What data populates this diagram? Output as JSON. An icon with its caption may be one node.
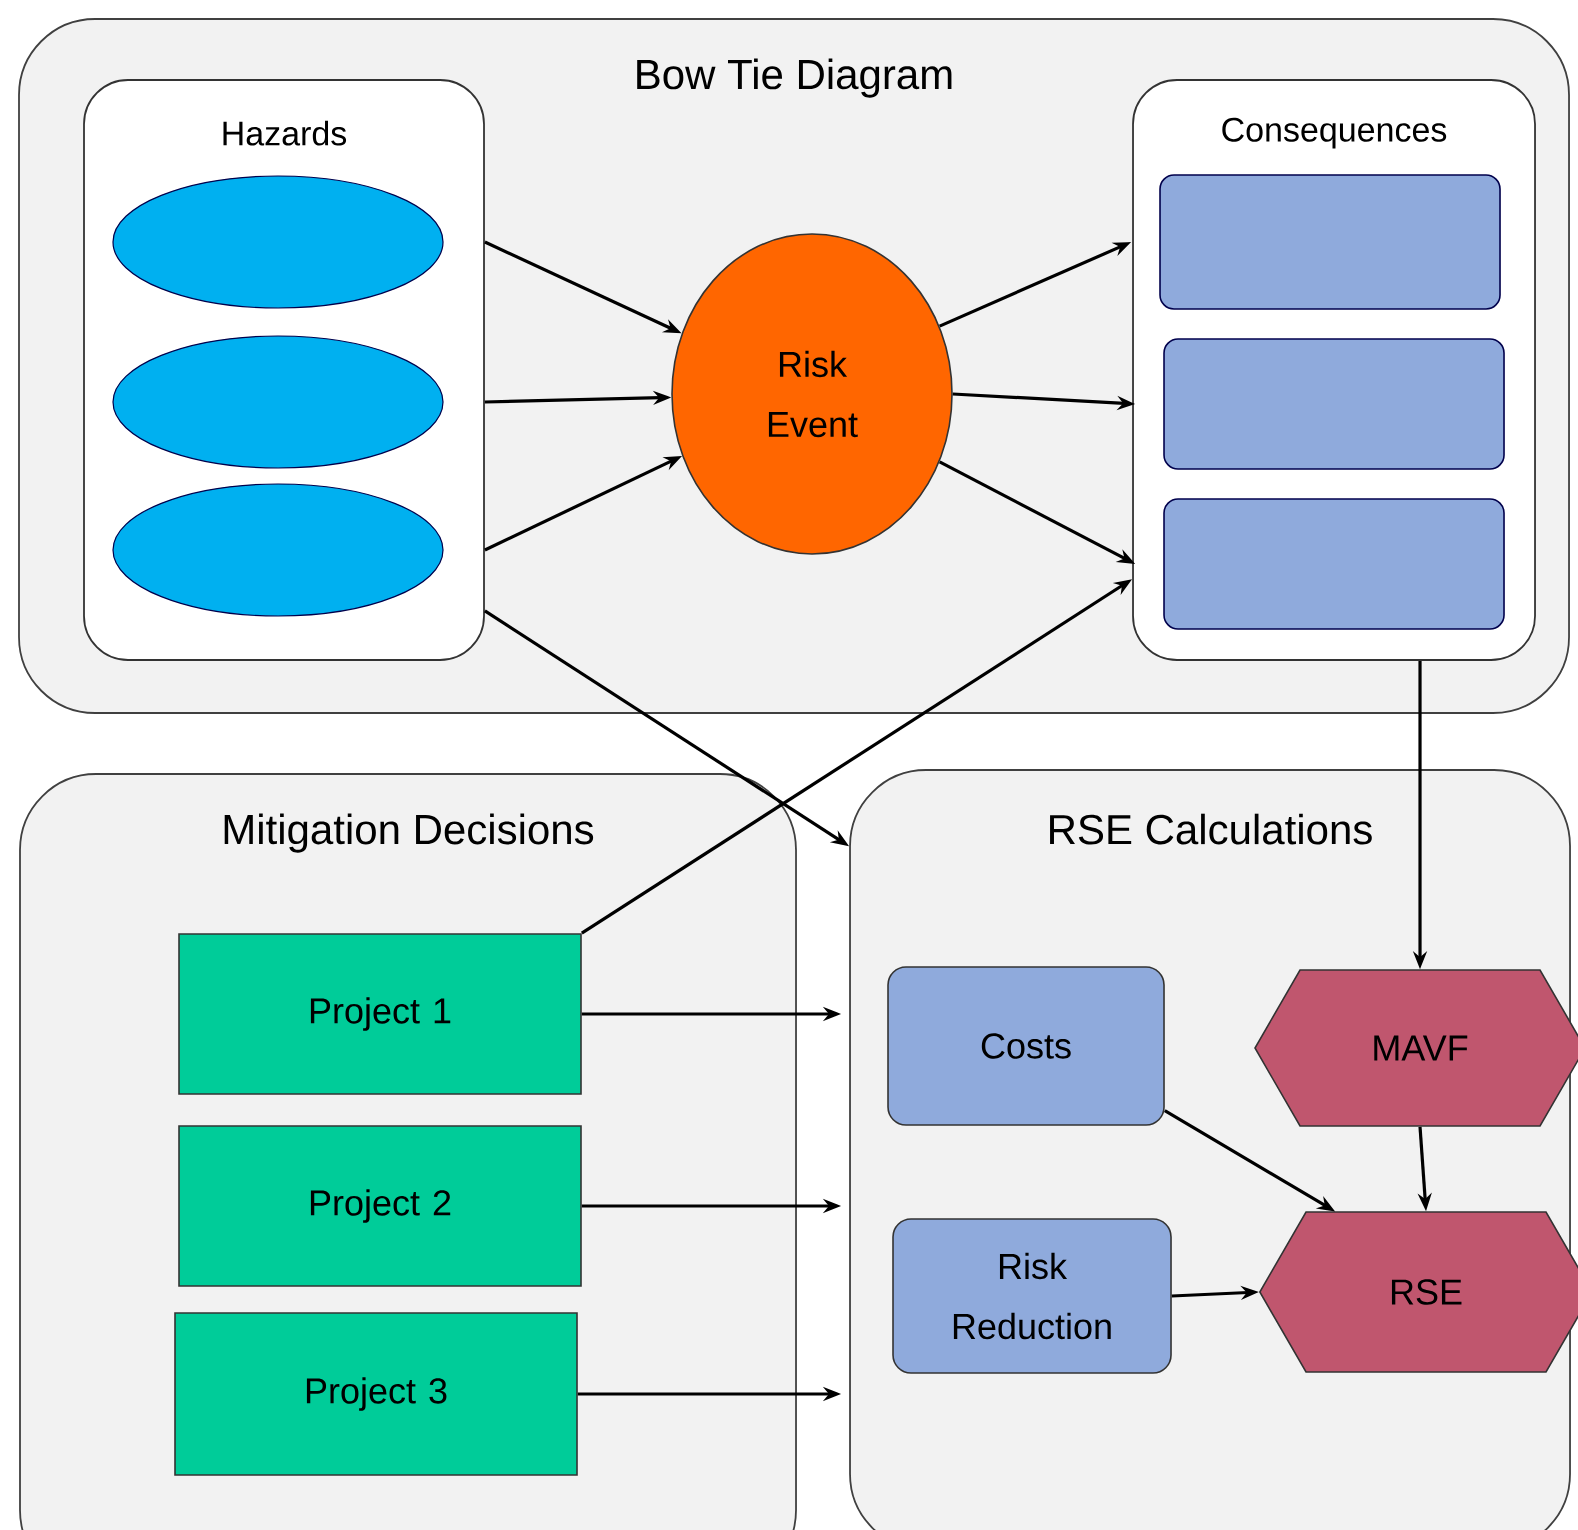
{
  "diagram": {
    "nodes": [
      {
        "text": [
          "Bow Tie Diagram"
        ]
      },
      {
        "text": [
          "Hazards"
        ],
        "in": 0
      },
      {
        "text": [],
        "shape": "ellipse",
        "in": 1
      },
      {
        "text": [],
        "shape": "ellipse",
        "in": 1
      },
      {
        "text": [],
        "shape": "ellipse",
        "in": 1
      },
      {
        "text": [
          "Risk Event"
        ],
        "in": 0
      },
      {
        "text": [
          "Consequences"
        ],
        "in": 0
      },
      {
        "text": [],
        "shape": "box",
        "in": 6
      },
      {
        "text": [],
        "shape": "box",
        "in": 6
      },
      {
        "text": [],
        "shape": "box",
        "in": 6
      },
      {
        "text": [
          "Mitigation Decisions"
        ]
      },
      {
        "text": [
          "Project 1"
        ],
        "in": 10
      },
      {
        "text": [
          "Project 2"
        ],
        "in": 10
      },
      {
        "text": [
          "Project 3"
        ],
        "in": 10
      },
      {
        "text": [
          "RSE Calculations"
        ]
      },
      {
        "text": [
          "Costs"
        ],
        "in": 14
      },
      {
        "text": [
          "MAVF"
        ],
        "in": 14
      },
      {
        "text": [
          "Risk Reduction"
        ],
        "in": 14
      },
      {
        "text": [
          "RSE"
        ],
        "in": 14
      }
    ],
    "edges": [
      {
        "from": 2,
        "to": 5,
        "arrow": "to"
      },
      {
        "from": 3,
        "to": 5,
        "arrow": "to"
      },
      {
        "from": 4,
        "to": 5,
        "arrow": "to"
      },
      {
        "from": 5,
        "to": 7,
        "arrow": "to"
      },
      {
        "from": 5,
        "to": 8,
        "arrow": "to"
      },
      {
        "from": 5,
        "to": 9,
        "arrow": "to"
      },
      {
        "from": 1,
        "to": 14,
        "arrow": "to"
      },
      {
        "from": 11,
        "to": 6,
        "arrow": "to"
      },
      {
        "from": 6,
        "to": 16,
        "arrow": "to"
      },
      {
        "from": 11,
        "to": 14,
        "arrow": "to"
      },
      {
        "from": 12,
        "to": 14,
        "arrow": "to"
      },
      {
        "from": 13,
        "to": 14,
        "arrow": "to"
      },
      {
        "from": 15,
        "to": 18,
        "arrow": "to"
      },
      {
        "from": 16,
        "to": 18,
        "arrow": "to"
      },
      {
        "from": 17,
        "to": 18,
        "arrow": "to"
      }
    ]
  }
}
